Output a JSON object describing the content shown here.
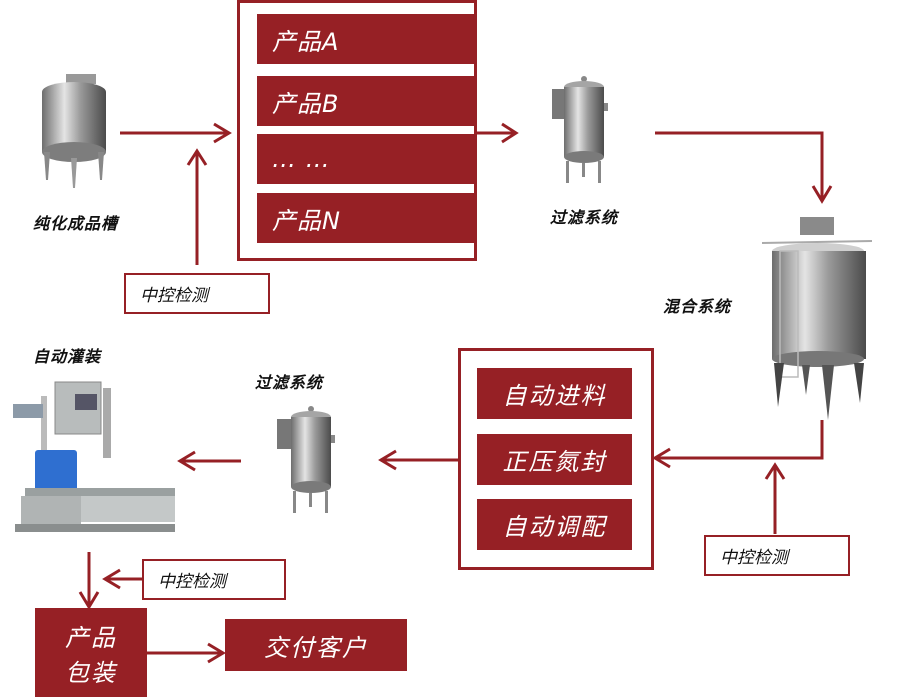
{
  "colors": {
    "accent": "#962025"
  },
  "equipment": {
    "purified_tank": {
      "label": "纯化成品槽",
      "icon": "storage-tank-icon"
    },
    "filter_top": {
      "label": "过滤系统",
      "icon": "filter-housing-icon"
    },
    "mixing": {
      "label": "混合系统",
      "icon": "mixing-tank-icon"
    },
    "filter_bottom": {
      "label": "过滤系统",
      "icon": "filter-housing-icon"
    },
    "filling": {
      "label": "自动灌装",
      "icon": "filling-machine-icon"
    }
  },
  "products": [
    "产品A",
    "产品B",
    "… …",
    "产品N"
  ],
  "processes": [
    "自动进料",
    "正压氮封",
    "自动调配"
  ],
  "checks": {
    "top": "中控检测",
    "right": "中控检测",
    "bottom": "中控检测"
  },
  "packaging": {
    "line1": "产品",
    "line2": "包装"
  },
  "delivery": "交付客户"
}
